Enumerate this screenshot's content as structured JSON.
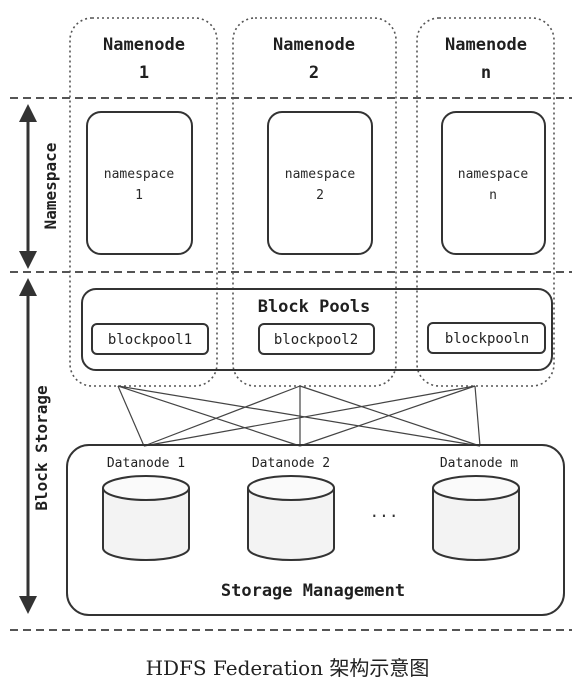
{
  "namenodes": [
    {
      "title_line1": "Namenode",
      "title_line2": "1",
      "namespace_line1": "namespace",
      "namespace_line2": "1",
      "blockpool": "blockpool1"
    },
    {
      "title_line1": "Namenode",
      "title_line2": "2",
      "namespace_line1": "namespace",
      "namespace_line2": "2",
      "blockpool": "blockpool2"
    },
    {
      "title_line1": "Namenode",
      "title_line2": "n",
      "namespace_line1": "namespace",
      "namespace_line2": "n",
      "blockpool": "blockpooln"
    }
  ],
  "side_labels": {
    "namespace": "Namespace",
    "block_storage": "Block Storage"
  },
  "block_pools_title": "Block Pools",
  "datanodes": [
    {
      "label": "Datanode 1"
    },
    {
      "label": "Datanode 2"
    },
    {
      "label": "Datanode m"
    }
  ],
  "ellipsis": "...",
  "storage_management": "Storage Management",
  "caption": "HDFS Federation 架构示意图"
}
